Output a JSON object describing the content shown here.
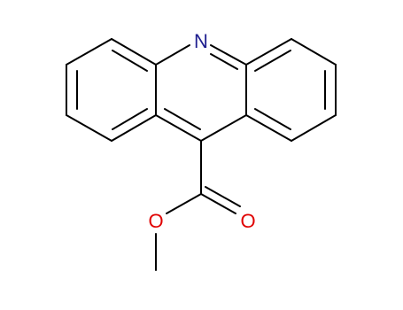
{
  "molecule": {
    "atoms": {
      "n_label": "N",
      "o_carbonyl_label": "O",
      "o_ester_label": "O"
    },
    "colors": {
      "bond": "#000000",
      "nitrogen": "#1f1f8f",
      "oxygen": "#e00000",
      "background": "#ffffff"
    }
  }
}
